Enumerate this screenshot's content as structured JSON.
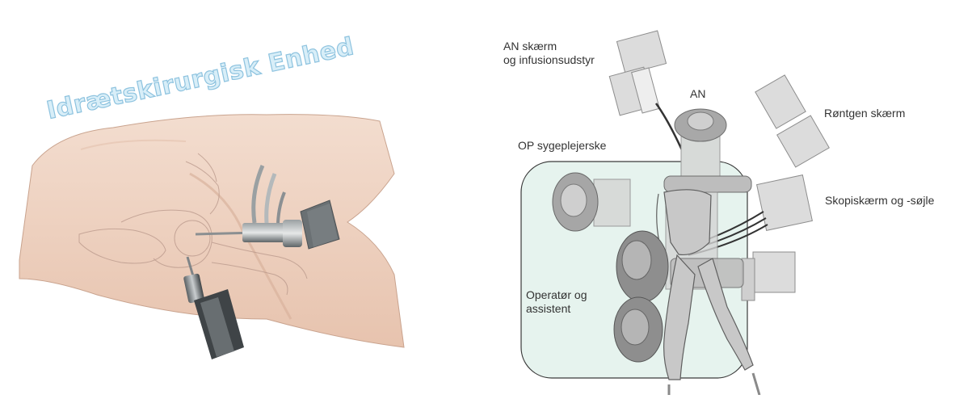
{
  "illustration": {
    "watermark_text": "Idrætskirurgisk Enhed"
  },
  "or_layout": {
    "labels": {
      "an_screen_line1": "AN skærm",
      "an_screen_line2": "og infusionsudstyr",
      "an": "AN",
      "xray_screen": "Røntgen skærm",
      "op_nurse": "OP sygeplejerske",
      "scope_screen": "Skopiskærm og -søjle",
      "operator_line1": "Operatør og",
      "operator_line2": "assistent"
    },
    "colors": {
      "sterile_zone": "#e6f3ee",
      "equipment": "#d9d9d9",
      "staff": "#8a8a8a"
    }
  }
}
